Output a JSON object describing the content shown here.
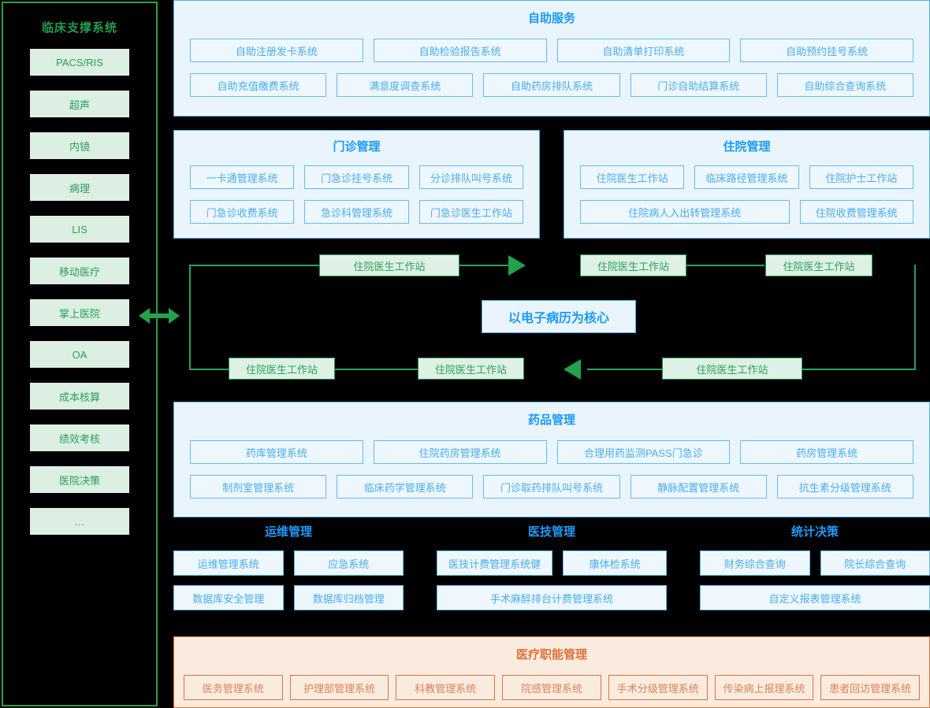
{
  "sidebar": {
    "title": "临床支撑系统",
    "items": [
      {
        "label": "PACS/RIS"
      },
      {
        "label": "超声"
      },
      {
        "label": "内镜"
      },
      {
        "label": "病理"
      },
      {
        "label": "LIS"
      },
      {
        "label": "移动医疗"
      },
      {
        "label": "掌上医院"
      },
      {
        "label": "OA"
      },
      {
        "label": "成本核算"
      },
      {
        "label": "绩效考核"
      },
      {
        "label": "医院决策"
      },
      {
        "label": "…"
      }
    ]
  },
  "self_service": {
    "title": "自助服务",
    "row1": [
      "自助注册发卡系统",
      "自助检验报告系统",
      "自助清单打印系统",
      "自助预约挂号系统"
    ],
    "row2": [
      "自助充值缴费系统",
      "满意度调查系统",
      "自助药房排队系统",
      "门诊自助结算系统",
      "自助综合查询系统"
    ]
  },
  "outpatient": {
    "title": "门诊管理",
    "row1": [
      "一卡通管理系统",
      "门急诊挂号系统",
      "分诊排队叫号系统"
    ],
    "row2": [
      "门急诊收费系统",
      "急诊科管理系统",
      "门急诊医生工作站"
    ]
  },
  "inpatient": {
    "title": "住院管理",
    "row1": [
      "住院医生工作站",
      "临床路径管理系统",
      "住院护士工作站"
    ],
    "row2": [
      "住院病人入出转管理系统",
      "住院收费管理系统"
    ]
  },
  "emr": {
    "core_label": "以电子病历为核心",
    "nodes": [
      {
        "id": "top-left",
        "label": "住院医生工作站"
      },
      {
        "id": "top-right-a",
        "label": "住院医生工作站"
      },
      {
        "id": "top-right-b",
        "label": "住院医生工作站"
      },
      {
        "id": "bottom-left",
        "label": "住院医生工作站"
      },
      {
        "id": "bottom-mid",
        "label": "住院医生工作站"
      },
      {
        "id": "bottom-right",
        "label": "住院医生工作站"
      }
    ]
  },
  "drug": {
    "title": "药品管理",
    "row1": [
      "药库管理系统",
      "住院药房管理系统",
      "合理用药监测PASS门急诊",
      "药房管理系统"
    ],
    "row2": [
      "制剂室管理系统",
      "临床药学管理系统",
      "门诊取药排队叫号系统",
      "静脉配置管理系统",
      "抗生素分级管理系统"
    ]
  },
  "operations": {
    "title": "运维管理",
    "row1": [
      "运维管理系统",
      "应急系统"
    ],
    "row2": [
      "数据库安全管理",
      "数据库归档管理"
    ]
  },
  "medtech": {
    "title": "医技管理",
    "row1": [
      "医技计费管理系统健",
      "康体检系统"
    ],
    "row2": [
      "手术麻醉排台计费管理系统"
    ]
  },
  "statistics": {
    "title": "统计决策",
    "row1": [
      "财务综合查询",
      "院长综合查询"
    ],
    "row2": [
      "自定义报表管理系统"
    ]
  },
  "medical_function": {
    "title": "医疗职能管理",
    "items": [
      "医务管理系统",
      "护理部管理系统",
      "科教管理系统",
      "院感管理系统",
      "手术分级管理系统",
      "传染病上报理系统",
      "患者回访管理系统"
    ]
  },
  "colors": {
    "green": "#1f9d4e",
    "green_fill": "#dcefe2",
    "blue": "#1a9bfc",
    "blue_border": "#4db1ec",
    "blue_fill": "#eaf4fd",
    "orange": "#e2703a",
    "orange_fill": "#f9ecdf",
    "background": "#000000"
  }
}
